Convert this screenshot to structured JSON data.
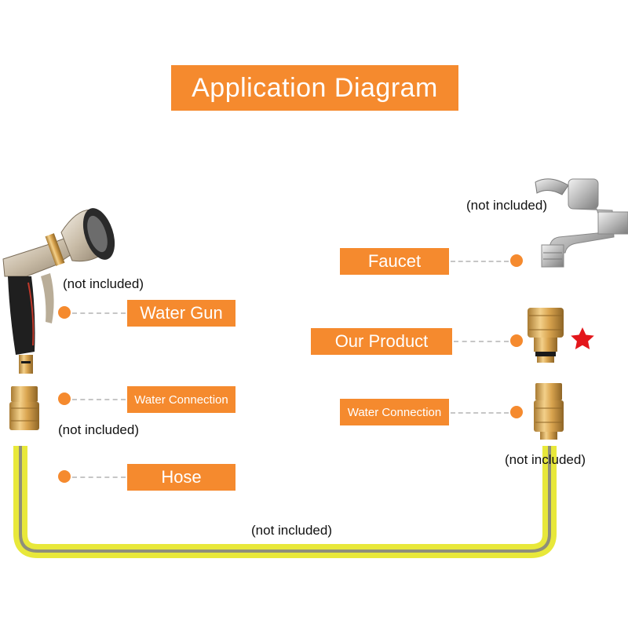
{
  "title": "Application Diagram",
  "labels": {
    "faucet": "Faucet",
    "water_gun": "Water Gun",
    "our_product": "Our Product",
    "water_connection_left": "Water Connection",
    "water_connection_right": "Water Connection",
    "hose": "Hose"
  },
  "notes": {
    "faucet": "(not included)",
    "water_gun": "(not included)",
    "connector_left": "(not included)",
    "connector_right": "(not included)",
    "hose": "(not included)"
  },
  "colors": {
    "accent": "#f58a2e",
    "star": "#e3161b",
    "hose_yellow": "#e8e83a",
    "hose_gray": "#8f8f7a",
    "brass": "#d8a85a"
  },
  "icons": {
    "highlight": "star-icon"
  }
}
